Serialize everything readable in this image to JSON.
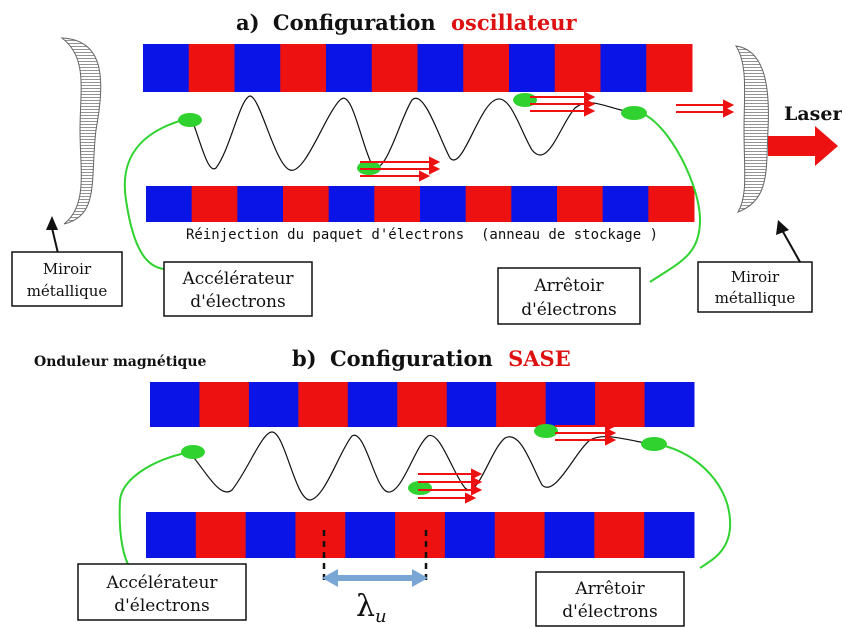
{
  "colors": {
    "magnet_blue": "#0a14e6",
    "magnet_red": "#ee1111",
    "electron_green": "#2fd22f",
    "arrow_red": "#ee1111",
    "laser_red": "#ee1111",
    "title_black": "#111111",
    "title_red": "#dd1111",
    "lambda_arrow": "#7aa6d6"
  },
  "panel_a": {
    "title_prefix": "a)",
    "title_main": "Configuration",
    "title_accent": "oscillateur",
    "reinjection_label": "Réinjection du paquet d'électrons  (anneau de stockage )",
    "laser_label": "Laser",
    "mirror_left": {
      "line1": "Miroir",
      "line2": "métallique"
    },
    "mirror_right": {
      "line1": "Miroir",
      "line2": "métallique"
    },
    "accelerator": {
      "line1": "Accélérateur",
      "line2": "d'électrons"
    },
    "stopper": {
      "line1": "Arrêtoir",
      "line2": "d'électrons"
    },
    "top_magnets": [
      "blue",
      "red",
      "blue",
      "red",
      "blue",
      "red",
      "blue",
      "red",
      "blue",
      "red",
      "blue",
      "red"
    ],
    "bottom_magnets": [
      "blue",
      "red",
      "blue",
      "red",
      "blue",
      "red",
      "blue",
      "red",
      "blue",
      "red",
      "blue",
      "red"
    ]
  },
  "panel_b": {
    "undulator_label": "Onduleur magnétique",
    "title_prefix": "b)",
    "title_main": "Configuration",
    "title_accent": "SASE",
    "accelerator": {
      "line1": "Accélérateur",
      "line2": "d'électrons"
    },
    "stopper": {
      "line1": "Arrêtoir",
      "line2": "d'électrons"
    },
    "lambda_symbol": "λ",
    "lambda_subscript": "u",
    "top_magnets": [
      "blue",
      "red",
      "blue",
      "red",
      "blue",
      "red",
      "blue",
      "red",
      "blue",
      "red",
      "blue"
    ],
    "bottom_magnets": [
      "blue",
      "red",
      "blue",
      "red",
      "blue",
      "red",
      "blue",
      "red",
      "blue",
      "red",
      "blue"
    ]
  },
  "icons": {
    "mirror": "curved-mirror-icon",
    "electron_bunch": "electron-bunch-icon",
    "laser_arrow": "laser-arrow-icon"
  }
}
